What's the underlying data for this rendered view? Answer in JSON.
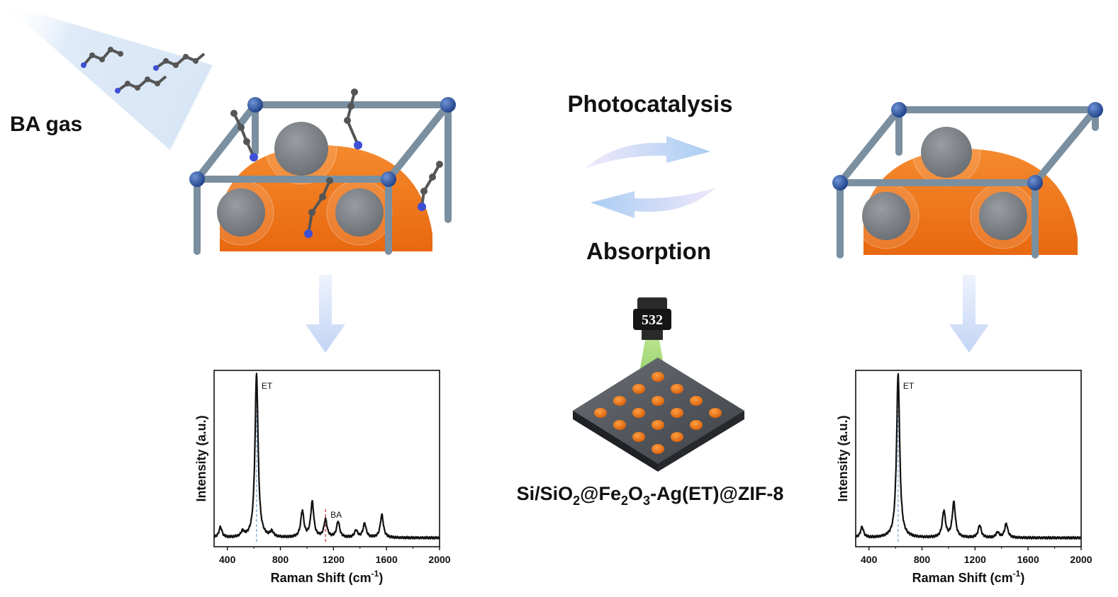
{
  "labels": {
    "gas": "BA gas",
    "photocatalysis": "Photocatalysis",
    "absorption": "Absorption",
    "laser": "532",
    "substrate_parts": [
      {
        "t": "Si/SiO",
        "sub": false
      },
      {
        "t": "2",
        "sub": true
      },
      {
        "t": "@Fe",
        "sub": false
      },
      {
        "t": "2",
        "sub": true
      },
      {
        "t": "O",
        "sub": false
      },
      {
        "t": "3",
        "sub": true
      },
      {
        "t": "-Ag(ET)@ZIF-8",
        "sub": false
      }
    ]
  },
  "colors": {
    "frame": "#6f8495",
    "node": "#2f54a0",
    "hemisphere": "#f47a20",
    "nanoparticle": "#6a6e73",
    "arrow": "#c7d7f5",
    "spectrum_line": "#111111",
    "et_marker": "#8fb8e0",
    "ba_marker": "#e05a5a"
  },
  "chart_data": [
    {
      "type": "line",
      "xlabel": "Raman Shift (cm-1)",
      "ylabel": "Intensity (a.u.)",
      "xlim": [
        300,
        2000
      ],
      "xticks": [
        "400",
        "800",
        "1200",
        "1600",
        "2000"
      ],
      "yticks": false,
      "annotations": [
        {
          "text": "ET",
          "x": 620
        },
        {
          "text": "BA",
          "x": 1140
        }
      ],
      "series": [
        {
          "baseline": 0.05,
          "peaks": [
            {
              "x": 348,
              "h": 0.06
            },
            {
              "x": 515,
              "h": 0.03
            },
            {
              "x": 620,
              "h": 0.93
            },
            {
              "x": 735,
              "h": 0.03
            },
            {
              "x": 965,
              "h": 0.15
            },
            {
              "x": 1040,
              "h": 0.2
            },
            {
              "x": 1140,
              "h": 0.1
            },
            {
              "x": 1235,
              "h": 0.09
            },
            {
              "x": 1370,
              "h": 0.04
            },
            {
              "x": 1435,
              "h": 0.08
            },
            {
              "x": 1565,
              "h": 0.13
            }
          ]
        }
      ]
    },
    {
      "type": "line",
      "xlabel": "Raman Shift (cm-1)",
      "ylabel": "Intensity (a.u.)",
      "xlim": [
        300,
        2000
      ],
      "xticks": [
        "400",
        "800",
        "1200",
        "1600",
        "2000"
      ],
      "yticks": false,
      "annotations": [
        {
          "text": "ET",
          "x": 620
        }
      ],
      "series": [
        {
          "baseline": 0.05,
          "peaks": [
            {
              "x": 348,
              "h": 0.06
            },
            {
              "x": 620,
              "h": 0.93
            },
            {
              "x": 965,
              "h": 0.15
            },
            {
              "x": 1040,
              "h": 0.2
            },
            {
              "x": 1235,
              "h": 0.07
            },
            {
              "x": 1370,
              "h": 0.03
            },
            {
              "x": 1435,
              "h": 0.08
            }
          ]
        }
      ]
    }
  ]
}
